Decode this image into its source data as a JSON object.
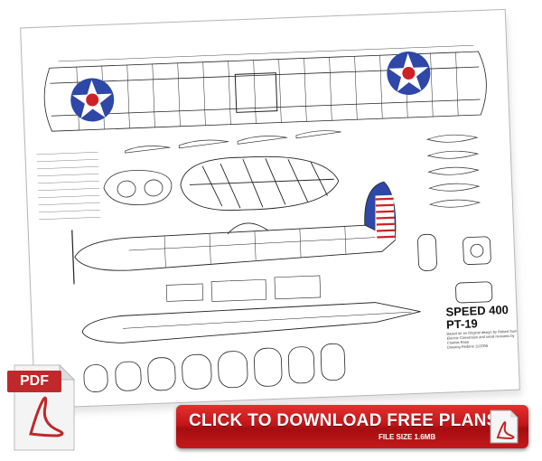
{
  "plan": {
    "title_line1": "SPEED 400",
    "title_line2": "PT-19",
    "note1": "Based on an Original design by Robert Sumers for .19 RC",
    "note2": "Electric Conversion and small revisions by",
    "note3": "Charles Rose",
    "note4": "Drawing Redone 11/2006"
  },
  "pdf_badge": {
    "label": "PDF"
  },
  "download": {
    "label": "CLICK TO DOWNLOAD FREE PLANS",
    "file_size": "FILE SIZE 1.6MB"
  },
  "colors": {
    "roundel_blue": "#2f47a6",
    "roundel_red": "#cf2027",
    "button_red": "#c4161a"
  }
}
